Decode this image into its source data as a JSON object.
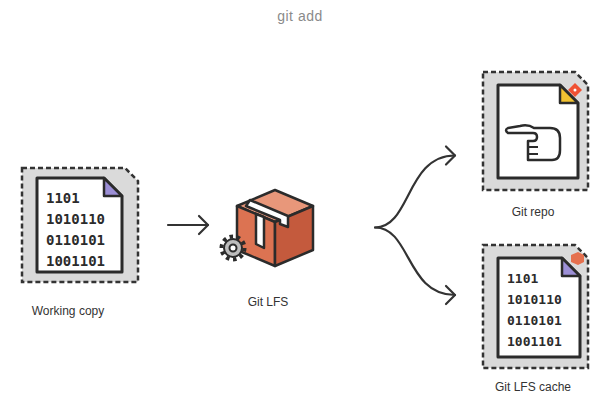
{
  "diagram": {
    "title": "git add",
    "nodes": [
      {
        "text": [
          "Working copy"
        ]
      },
      {
        "text": [
          "Git LFS"
        ]
      },
      {
        "text": [
          "Git repo"
        ]
      },
      {
        "text": [
          "Git LFS cache"
        ]
      }
    ],
    "edges": [
      {
        "from": 0,
        "to": 1,
        "arrow": "to"
      },
      {
        "from": 1,
        "to": 2,
        "arrow": "to"
      },
      {
        "from": 1,
        "to": 3,
        "arrow": "to"
      }
    ],
    "labels": [
      "1101",
      "1010110",
      "0110101",
      "1001101",
      "1101",
      "1010110",
      "0110101",
      "1001101"
    ]
  }
}
